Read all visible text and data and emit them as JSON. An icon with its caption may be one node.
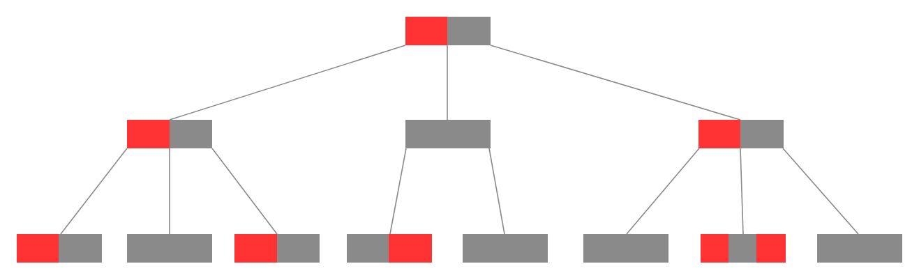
{
  "diagram": {
    "nodes": [
      {
        "text": [],
        "shape": "box"
      },
      {
        "text": [],
        "shape": "box"
      },
      {
        "text": [],
        "shape": "box"
      },
      {
        "text": [],
        "shape": "box"
      },
      {
        "text": [],
        "shape": "box"
      },
      {
        "text": [],
        "shape": "box"
      },
      {
        "text": [],
        "shape": "box"
      },
      {
        "text": [],
        "shape": "box"
      },
      {
        "text": [],
        "shape": "box"
      },
      {
        "text": [],
        "shape": "box"
      },
      {
        "text": [],
        "shape": "box"
      },
      {
        "text": [],
        "shape": "box"
      }
    ],
    "edges": [
      {
        "from": 0,
        "to": 1,
        "arrow": "none"
      },
      {
        "from": 0,
        "to": 2,
        "arrow": "none"
      },
      {
        "from": 0,
        "to": 3,
        "arrow": "none"
      },
      {
        "from": 1,
        "to": 4,
        "arrow": "none"
      },
      {
        "from": 1,
        "to": 5,
        "arrow": "none"
      },
      {
        "from": 1,
        "to": 6,
        "arrow": "none"
      },
      {
        "from": 2,
        "to": 7,
        "arrow": "none"
      },
      {
        "from": 2,
        "to": 8,
        "arrow": "none"
      },
      {
        "from": 3,
        "to": 9,
        "arrow": "none"
      },
      {
        "from": 3,
        "to": 10,
        "arrow": "none"
      },
      {
        "from": 3,
        "to": 11,
        "arrow": "none"
      }
    ]
  }
}
